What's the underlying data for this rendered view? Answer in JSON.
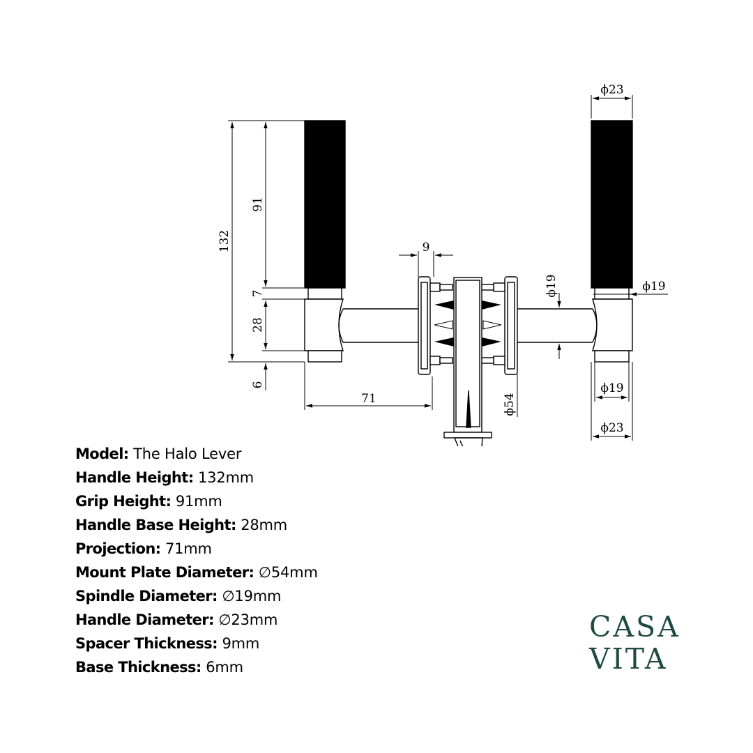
{
  "dimensions": {
    "total_height": "132",
    "grip_height": "91",
    "gap": "7",
    "base_height": "28",
    "base_thickness": "6",
    "projection": "71",
    "spacer": "9",
    "spindle_dia_mid": "ϕ19",
    "plate_dia": "ϕ54",
    "handle_dia_top": "ϕ23",
    "grip_dia": "ϕ19",
    "base_dia_inner": "ϕ19",
    "base_dia_outer": "ϕ23"
  },
  "specs": [
    {
      "label": "Model:",
      "value": " The Halo Lever"
    },
    {
      "label": "Handle Height:",
      "value": " 132mm"
    },
    {
      "label": "Grip Height:",
      "value": " 91mm"
    },
    {
      "label": "Handle Base Height:",
      "value": " 28mm"
    },
    {
      "label": "Projection:",
      "value": " 71mm"
    },
    {
      "label": "Mount Plate Diameter:",
      "value": " ∅54mm"
    },
    {
      "label": "Spindle Diameter:",
      "value": " ∅19mm"
    },
    {
      "label": "Handle Diameter:",
      "value": " ∅23mm"
    },
    {
      "label": "Spacer Thickness:",
      "value": " 9mm"
    },
    {
      "label": "Base Thickness:",
      "value": " 6mm"
    }
  ],
  "brand": {
    "line1": "CASA",
    "line2": "VITA",
    "color": "#1f4a44"
  }
}
